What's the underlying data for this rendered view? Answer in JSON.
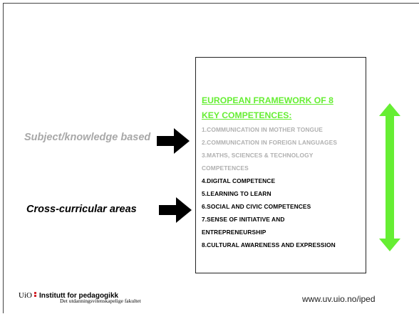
{
  "slide": {
    "heading_line1": "EUROPEAN FRAMEWORK OF 8",
    "heading_line2": "KEY COMPETENCES:",
    "competences_gray": [
      "1.COMMUNICATION IN MOTHER TONGUE",
      "2.COMMUNICATION IN FOREIGN LANGUAGES",
      "3.MATHS, SCIENCES  & TECHNOLOGY",
      "COMPETENCES"
    ],
    "competences_black": [
      "4.DIGITAL COMPETENCE",
      "5.LEARNING TO LEARN",
      "6.SOCIAL AND CIVIC COMPETENCES",
      "7.SENSE OF INITIATIVE AND",
      "ENTREPRENEURSHIP",
      "8.CULTURAL AWARENESS AND EXPRESSION"
    ],
    "label_subject": "Subject/knowledge based",
    "label_cross": "Cross-curricular areas"
  },
  "footer": {
    "uio": "UiO",
    "institute": "Institutt for pedagogikk",
    "faculty": "Det utdanningsvitenskapelige fakultet",
    "url": "www.uv.uio.no/iped"
  },
  "colors": {
    "heading_green": "#66ee33",
    "arrow_green": "#66ee33",
    "gray_text": "#b0b0b0",
    "logo_red": "#d2232a"
  },
  "icons": [
    "right-arrow-icon",
    "right-arrow-icon",
    "double-headed-vertical-arrow-icon",
    "uio-logo-icon"
  ]
}
